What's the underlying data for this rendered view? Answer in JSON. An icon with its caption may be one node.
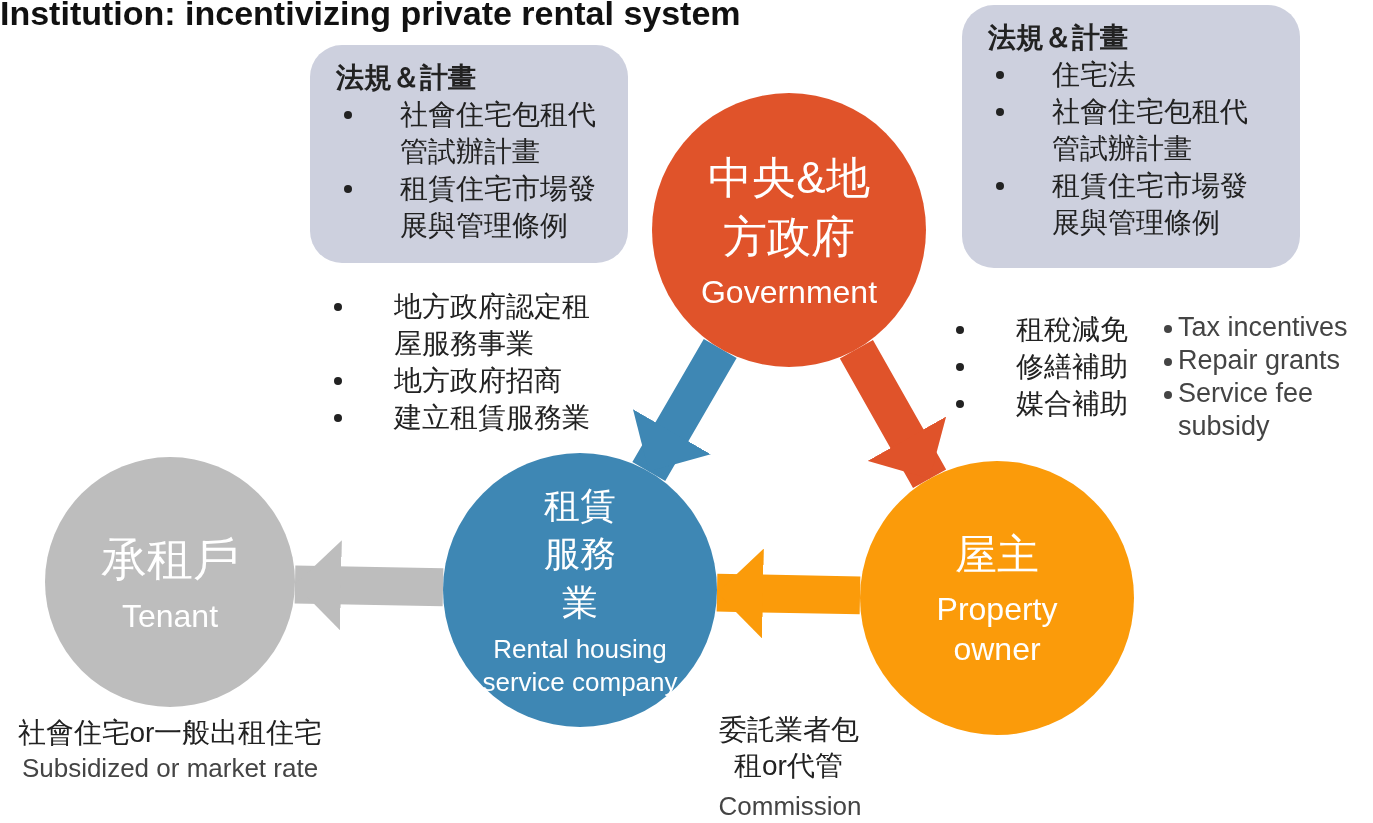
{
  "diagram": {
    "title": "Institution: incentivizing private rental system",
    "nodes": [
      {
        "text": [
          "法規＆計畫",
          "社會住宅包租代管試辦計畫",
          "租賃住宅市場發展與管理條例"
        ]
      },
      {
        "text": [
          "中央&地方政府",
          "Government"
        ]
      },
      {
        "text": [
          "法規＆計畫",
          "住宅法",
          "社會住宅包租代管試辦計畫",
          "租賃住宅市場發展與管理條例"
        ]
      },
      {
        "text": [
          "承租戶",
          "Tenant"
        ],
        "beside": [
          "社會住宅or一般出租住宅",
          "Subsidized or market rate"
        ]
      },
      {
        "text": [
          "租賃服務業",
          "Rental housing service company"
        ]
      },
      {
        "text": [
          "屋主",
          "Property owner"
        ]
      }
    ],
    "edges": [
      {
        "from": 1,
        "to": 4,
        "arrow": "to",
        "color": "#3e87b4"
      },
      {
        "from": 1,
        "to": 5,
        "arrow": "to",
        "color": "#e0532a"
      },
      {
        "from": 5,
        "to": 4,
        "arrow": "to",
        "color": "#fb9b0a",
        "label": "委託業者包租or代管"
      },
      {
        "from": 4,
        "to": 3,
        "arrow": "to",
        "color": "#bdbdbd"
      }
    ],
    "labels": [
      "地方政府認定租屋服務事業",
      "地方政府招商",
      "建立租賃服務業",
      "租稅減免",
      "修繕補助",
      "媒合補助",
      "Tax incentives",
      "Repair grants",
      "Service fee subsidy",
      "Commission"
    ]
  }
}
